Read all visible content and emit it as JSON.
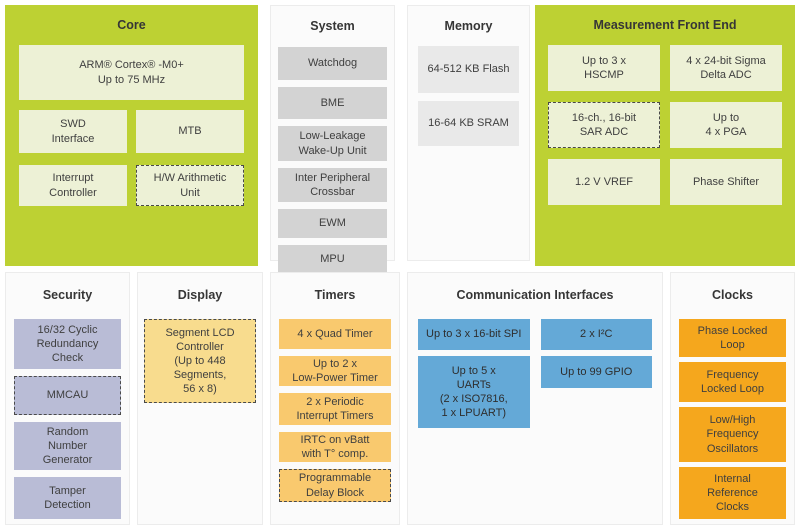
{
  "colors": {
    "section_green": "#bdd133",
    "core_block_pale_green": "#edf1d6",
    "system_block_gray": "#d3d3d3",
    "memory_block_gray": "#e9e9e9",
    "security_block_lavender": "#b9bcd6",
    "display_block_yellow": "#f8dc8e",
    "timers_block_light_orange": "#f9c96e",
    "clocks_block_amber": "#f5a71d",
    "comm_block_blue": "#64a9d7",
    "dashed_border": "#4a4a4a",
    "text": "#3f3f3f"
  },
  "core": {
    "title": "Core",
    "arm_cortex": "ARM® Cortex® -M0+\nUp to 75 MHz",
    "swd_interface": "SWD\nInterface",
    "mtb": "MTB",
    "interrupt_controller": "Interrupt\nController",
    "hw_arithmetic_unit": "H/W Arithmetic\nUnit"
  },
  "system": {
    "title": "System",
    "blocks": [
      "Watchdog",
      "BME",
      "Low-Leakage\nWake-Up Unit",
      "Inter Peripheral\nCrossbar",
      "EWM",
      "MPU"
    ]
  },
  "memory": {
    "title": "Memory",
    "flash": "64-512 KB Flash",
    "sram": "16-64 KB SRAM"
  },
  "measurement_front_end": {
    "title": "Measurement Front End",
    "hscmp": "Up to 3 x\nHSCMP",
    "sigma_delta_adc": "4 x 24-bit Sigma\nDelta ADC",
    "sar_adc": "16-ch., 16-bit\nSAR ADC",
    "pga": "Up to\n4 x PGA",
    "vref": "1.2 V VREF",
    "phase_shifter": "Phase Shifter"
  },
  "security": {
    "title": "Security",
    "crc": "16/32 Cyclic\nRedundancy\nCheck",
    "mmcau": "MMCAU",
    "rng": "Random\nNumber\nGenerator",
    "tamper": "Tamper\nDetection"
  },
  "display": {
    "title": "Display",
    "segment_lcd": "Segment LCD\nController\n(Up to 448\nSegments,\n56 x 8)"
  },
  "timers": {
    "title": "Timers",
    "quad_timer": "4 x Quad Timer",
    "low_power_timer": "Up to 2 x\nLow-Power Timer",
    "periodic_interrupt_timers": "2 x Periodic\nInterrupt Timers",
    "irtc": "IRTC on vBatt\nwith T° comp.",
    "programmable_delay_block": "Programmable\nDelay Block"
  },
  "communication": {
    "title": "Communication Interfaces",
    "spi": "Up to 3 x 16-bit SPI",
    "i2c": "2 x I²C",
    "uarts": "Up to 5 x\nUARTs\n(2 x ISO7816,\n1 x LPUART)",
    "gpio": "Up to 99 GPIO"
  },
  "clocks": {
    "title": "Clocks",
    "pll": "Phase Locked\nLoop",
    "fll": "Frequency\nLocked Loop",
    "oscillators": "Low/High\nFrequency\nOscillators",
    "internal_reference": "Internal\nReference\nClocks"
  }
}
